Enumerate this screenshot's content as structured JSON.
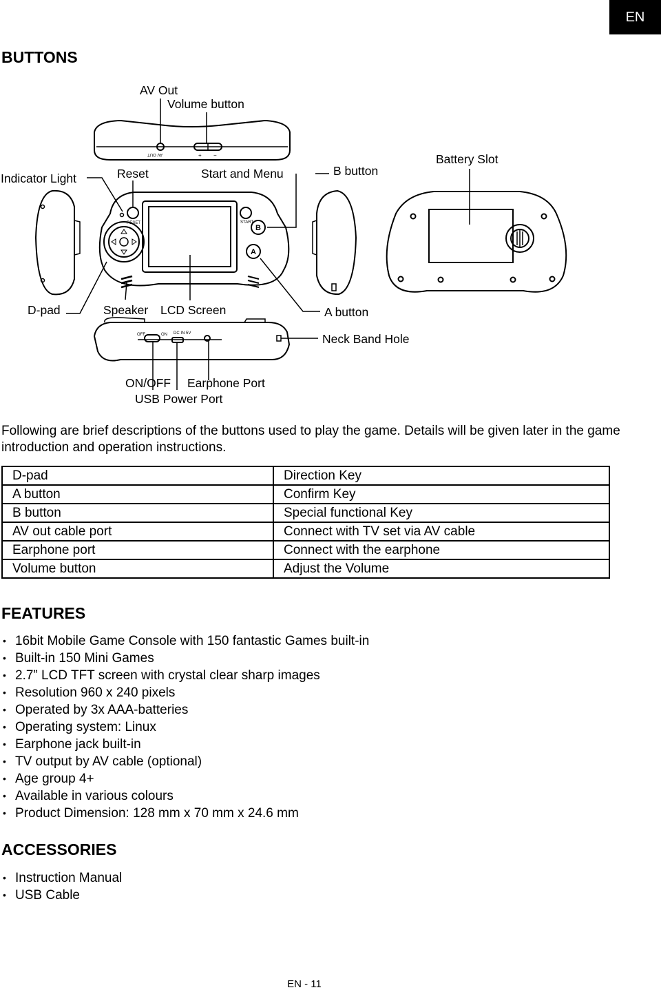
{
  "lang_tab": "EN",
  "sections": {
    "buttons": "BUTTONS",
    "features": "FEATURES",
    "accessories": "ACCESSORIES"
  },
  "diagram": {
    "callouts": {
      "av_out": "AV Out",
      "volume_button": "Volume button",
      "indicator_light": "Indicator Light",
      "reset": "Reset",
      "start_menu": "Start and Menu",
      "b_button": "B button",
      "battery_slot": "Battery Slot",
      "dpad": "D-pad",
      "speaker": "Speaker",
      "lcd_screen": "LCD Screen",
      "a_button": "A button",
      "neck_band_hole": "Neck Band Hole",
      "on_off": "ON/OFF",
      "earphone_port": "Earphone Port",
      "usb_power_port": "USB Power Port"
    },
    "device_markings": {
      "av_out_label": "AV OUT",
      "plus": "+",
      "minus": "−",
      "reset": "RESET",
      "start": "START",
      "b": "B",
      "a": "A",
      "off": "OFF",
      "on": "ON",
      "dc_in": "DC IN 5V"
    }
  },
  "intro_text": "Following are brief descriptions of the buttons used to play the game. Details will be given later in the game introduction and operation instructions.",
  "button_table": [
    {
      "name": "D-pad",
      "desc": "Direction Key"
    },
    {
      "name": "A button",
      "desc": "Confirm Key"
    },
    {
      "name": "B button",
      "desc": "Special functional Key"
    },
    {
      "name": "AV out cable port",
      "desc": "Connect with TV set via AV cable"
    },
    {
      "name": "Earphone port",
      "desc": "Connect with the earphone"
    },
    {
      "name": "Volume button",
      "desc": "Adjust the Volume"
    }
  ],
  "features": [
    "16bit Mobile Game Console with 150 fantastic Games built-in",
    "Built-in 150 Mini Games",
    "2.7” LCD TFT screen with crystal clear sharp images",
    "Resolution 960 x 240 pixels",
    "Operated by 3x AAA-batteries",
    "Operating system: Linux",
    "Earphone jack built-in",
    "TV output by AV cable (optional)",
    "Age group 4+",
    "Available in various colours",
    "Product Dimension: 128 mm x 70 mm x 24.6 mm"
  ],
  "accessories": [
    "Instruction Manual",
    "USB Cable"
  ],
  "bullet_glyph": "•",
  "page_number": "EN - 11"
}
